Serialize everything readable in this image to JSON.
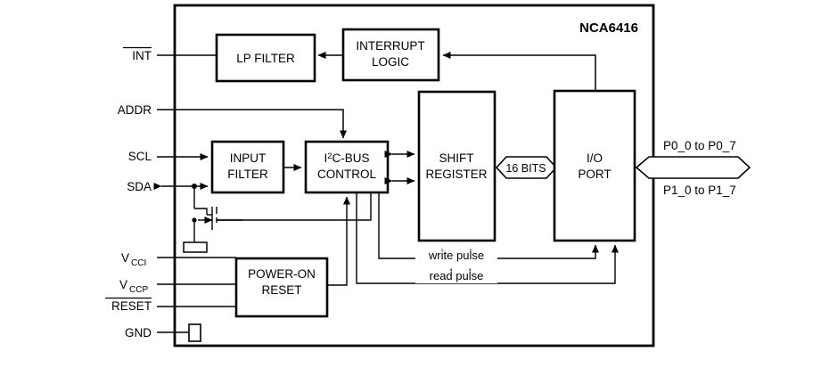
{
  "diagram": {
    "title": "NCA6416",
    "type": "block-diagram",
    "device_boundary_label": "NCA6416"
  },
  "blocks": [
    {
      "id": "lp_filter",
      "label": "LP FILTER",
      "line1": "LP FILTER",
      "line2": ""
    },
    {
      "id": "interrupt_logic",
      "label": "INTERRUPT LOGIC",
      "line1": "INTERRUPT",
      "line2": "LOGIC"
    },
    {
      "id": "input_filter",
      "label": "INPUT FILTER",
      "line1": "INPUT",
      "line2": "FILTER"
    },
    {
      "id": "i2c_control",
      "label": "I2C-BUS CONTROL",
      "line1": "I2C-BUS",
      "line2": "CONTROL"
    },
    {
      "id": "shift_register",
      "label": "SHIFT REGISTER",
      "line1": "SHIFT",
      "line2": "REGISTER"
    },
    {
      "id": "io_port",
      "label": "I/O PORT",
      "line1": "I/O",
      "line2": "PORT"
    },
    {
      "id": "power_on_reset",
      "label": "POWER-ON RESET",
      "line1": "POWER-ON",
      "line2": "RESET"
    }
  ],
  "block_text": {
    "lp_filter": "LP FILTER",
    "interrupt_logic_1": "INTERRUPT",
    "interrupt_logic_2": "LOGIC",
    "input_filter_1": "INPUT",
    "input_filter_2": "FILTER",
    "i2c_prefix": "I",
    "i2c_superscript": "2",
    "i2c_suffix": "C-BUS",
    "i2c_line2": "CONTROL",
    "shift_register_1": "SHIFT",
    "shift_register_2": "REGISTER",
    "io_port_1": "I/O",
    "io_port_2": "PORT",
    "power_on_reset_1": "POWER-ON",
    "power_on_reset_2": "RESET"
  },
  "pins": {
    "left": [
      {
        "id": "int",
        "label": "INT",
        "overline": true,
        "subscript": ""
      },
      {
        "id": "addr",
        "label": "ADDR",
        "overline": false,
        "subscript": ""
      },
      {
        "id": "scl",
        "label": "SCL",
        "overline": false,
        "subscript": ""
      },
      {
        "id": "sda",
        "label": "SDA",
        "overline": false,
        "subscript": ""
      },
      {
        "id": "vcci",
        "label": "V",
        "overline": false,
        "subscript": "CCI"
      },
      {
        "id": "vccp",
        "label": "V",
        "overline": false,
        "subscript": "CCP"
      },
      {
        "id": "reset",
        "label": "RESET",
        "overline": true,
        "subscript": ""
      },
      {
        "id": "gnd",
        "label": "GND",
        "overline": false,
        "subscript": ""
      }
    ],
    "right": [
      {
        "id": "port0",
        "label": "P0_0 to P0_7"
      },
      {
        "id": "port1",
        "label": "P1_0 to P1_7"
      }
    ]
  },
  "signals": {
    "bus_width": "16 BITS",
    "write_pulse": "write pulse",
    "read_pulse": "read pulse"
  },
  "colors": {
    "stroke": "#000000",
    "background": "#ffffff",
    "fill": "#ffffff"
  }
}
